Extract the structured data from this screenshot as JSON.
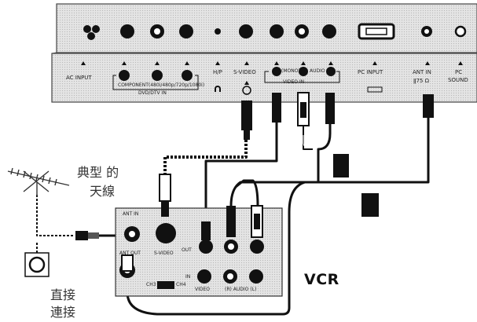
{
  "tv_panel": {
    "labels": {
      "ac_input": "AC INPUT",
      "component": "COMPONENT(480i/480p/720p/1080i)",
      "dvd_dtv_in": "DVD/DTV IN",
      "hp": "H/P",
      "s_video": "S-VIDEO",
      "mono": "(MONO)",
      "audio": "AUDIO",
      "video_in": "VIDEO IN",
      "pc_input": "PC INPUT",
      "ant_in": "ANT IN",
      "ant_ohm": "ǁ75 Ω",
      "pc": "PC",
      "sound": "SOUND"
    }
  },
  "vcr": {
    "title": "VCR",
    "labels": {
      "ant_in": "ANT IN",
      "ant_out": "ANT OUT",
      "s_video": "S-VIDEO",
      "out": "OUT",
      "in": "IN",
      "ch3": "CH3",
      "ch4": "CH4",
      "video": "VIDEO",
      "audio_rl": "(R)  AUDIO (L)"
    }
  },
  "annotations": {
    "antenna_line1": "典型 的",
    "antenna_line2": "天線",
    "direct_line1": "直接",
    "direct_line2": "連接"
  }
}
